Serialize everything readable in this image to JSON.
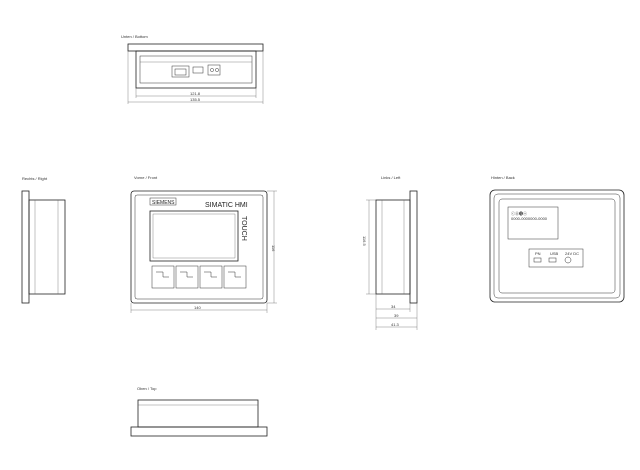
{
  "views": {
    "bottom": {
      "label": "Unten / Bottom",
      "dims": [
        "121.8",
        "135.5"
      ]
    },
    "right": {
      "label": "Rechts / Right"
    },
    "front": {
      "label": "Vorne / Front",
      "brand": "SIEMENS",
      "title": "SIMATIC HMI",
      "touch": "TOUCH",
      "dims": [
        "140",
        "116"
      ]
    },
    "left": {
      "label": "Links / Left",
      "dims": [
        "116.5",
        "34",
        "39",
        "41.3"
      ]
    },
    "back": {
      "label": "Hinten / Back",
      "plate": [
        "ⓒ⓪⓭ⓤ",
        "0000-0000000-0000"
      ],
      "ports": [
        "PN",
        "USB",
        "24V DC"
      ]
    },
    "top": {
      "label": "Oben / Top"
    }
  }
}
